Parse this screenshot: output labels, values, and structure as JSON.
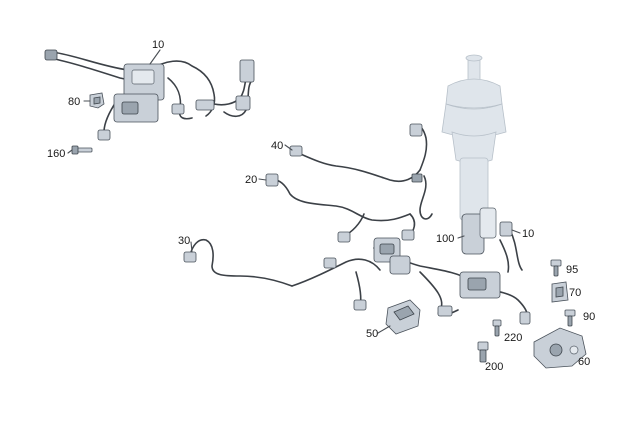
{
  "diagram": {
    "labels": [
      "10",
      "80",
      "160",
      "40",
      "20",
      "100",
      "10",
      "30",
      "95",
      "70",
      "90",
      "50",
      "220",
      "200",
      "60"
    ]
  }
}
